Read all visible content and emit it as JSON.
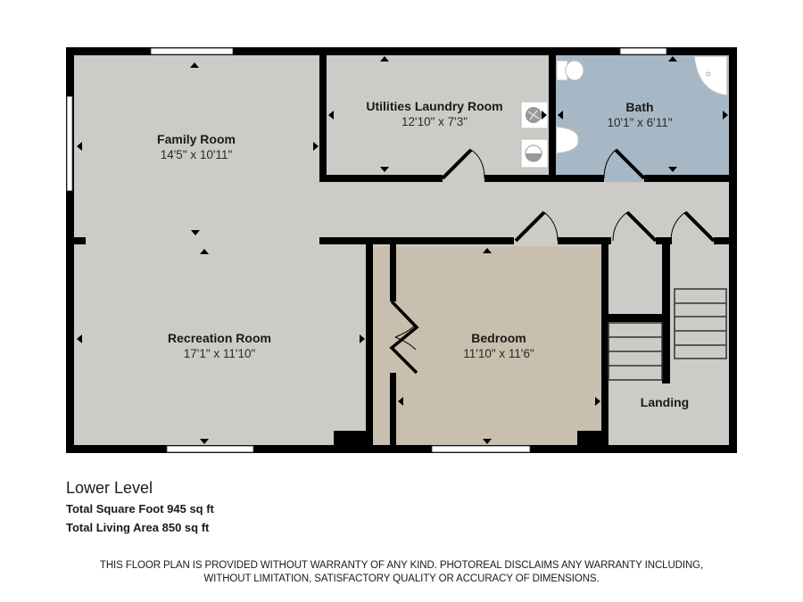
{
  "floor_plan": {
    "level": "Lower Level",
    "colors": {
      "wall": "#000000",
      "floor_gray": "#cccbc7",
      "floor_bath": "#a6b8c5",
      "floor_bedroom": "#c8bfae",
      "window": "#ffffff"
    },
    "rooms": [
      {
        "name": "Family Room",
        "dimensions": "14'5\" x 10'11\""
      },
      {
        "name": "Utilities Laundry Room",
        "dimensions": "12'10\" x 7'3\""
      },
      {
        "name": "Bath",
        "dimensions": "10'1\" x 6'11\""
      },
      {
        "name": "Recreation Room",
        "dimensions": "17'1\" x 11'10\""
      },
      {
        "name": "Bedroom",
        "dimensions": "11'10\" x 11'6\""
      },
      {
        "name": "Landing",
        "dimensions": ""
      }
    ],
    "fixtures": [
      "washer-icon",
      "dryer-icon",
      "toilet-icon",
      "sink-icon",
      "corner-shower-icon",
      "stairs-icon"
    ]
  },
  "summary": {
    "total_square_foot": "Total Square Foot 945 sq ft",
    "total_living_area": "Total Living Area 850 sq ft"
  },
  "disclaimer": {
    "line1": "THIS FLOOR PLAN IS PROVIDED WITHOUT WARRANTY OF ANY KIND. PHOTOREAL DISCLAIMS ANY WARRANTY INCLUDING,",
    "line2": "WITHOUT LIMITATION, SATISFACTORY QUALITY OR ACCURACY OF DIMENSIONS."
  }
}
